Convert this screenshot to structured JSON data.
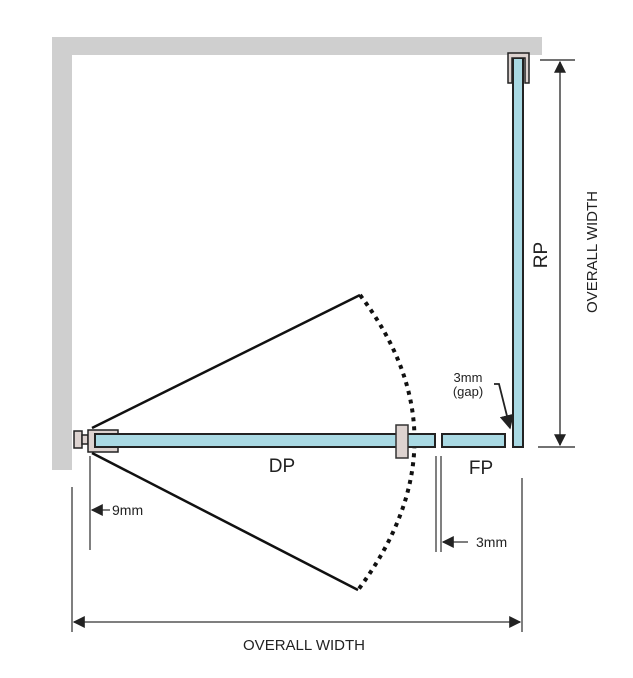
{
  "labels": {
    "door_panel": "DP",
    "fixed_panel": "FP",
    "return_panel": "RP",
    "overall_width_bottom": "OVERALL WIDTH",
    "overall_width_right": "OVERALL WIDTH",
    "gap_value": "3mm",
    "gap_note": "(gap)",
    "offset_9mm": "9mm",
    "offset_3mm": "3mm"
  },
  "colors": {
    "wall": "#cfcfcf",
    "glass": "#a9d9e3",
    "hardware": "#ddd3d0",
    "line": "#222222"
  }
}
